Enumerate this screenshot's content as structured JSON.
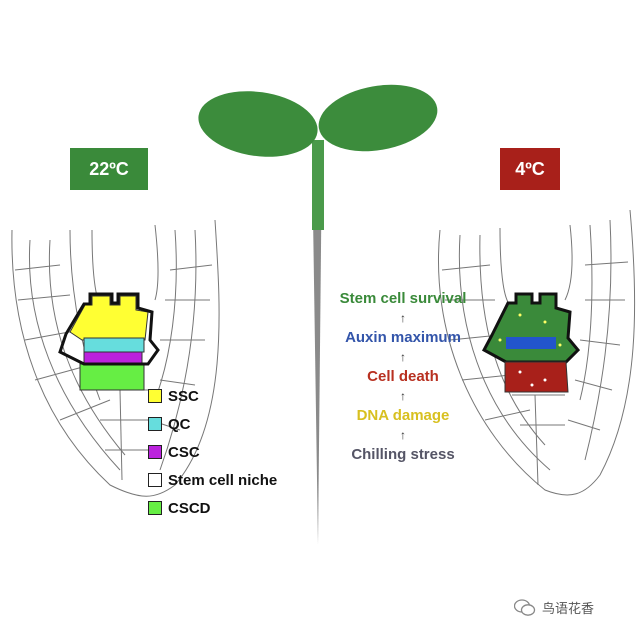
{
  "left_panel": {
    "temperature": "22ºC",
    "badge_color": "#3a8a3a"
  },
  "right_panel": {
    "temperature": "4ºC",
    "badge_color": "#a8201a"
  },
  "legend": [
    {
      "label": "SSC",
      "color": "#ffff33"
    },
    {
      "label": "QC",
      "color": "#66dddd"
    },
    {
      "label": "CSC",
      "color": "#bb22dd"
    },
    {
      "label": "Stem cell niche",
      "color": "#ffffff"
    },
    {
      "label": "CSCD",
      "color": "#66ee44"
    }
  ],
  "cascade": [
    {
      "text": "Stem cell survival",
      "color": "#3a8a3a"
    },
    {
      "text": "Auxin maximum",
      "color": "#3355aa"
    },
    {
      "text": "Cell death",
      "color": "#b83020"
    },
    {
      "text": "DNA damage",
      "color": "#d8c020"
    },
    {
      "text": "Chilling stress",
      "color": "#555566"
    }
  ],
  "watermark": {
    "text": "鸟语花香"
  },
  "colors": {
    "seedling_green": "#3c8c3c",
    "stem_gray": "#888888"
  }
}
